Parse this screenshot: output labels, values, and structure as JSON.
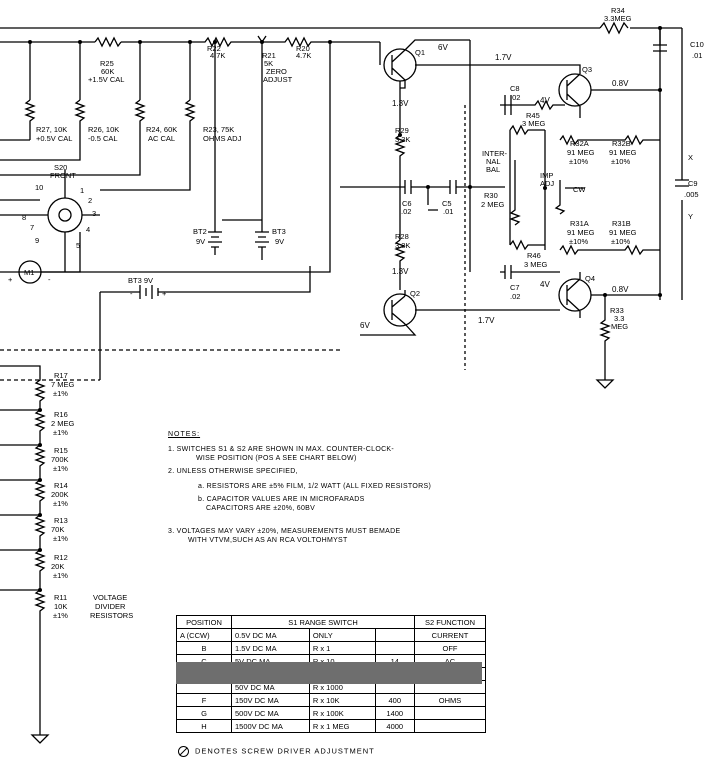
{
  "components": {
    "r34": "R34",
    "r34_val": "3.3MEG",
    "c10": "C10",
    "c10_val": ".01",
    "q1": "Q1",
    "q1_v": "6V",
    "q2": "Q2",
    "q2_v": "6V",
    "q3": "Q3",
    "q4": "Q4",
    "r22": "R22",
    "r22_val": "4.7K",
    "r20": "R20",
    "r20_val": "4.7K",
    "r21": "R21",
    "r21_val": "5K",
    "zero": "ZERO",
    "adjust": "ADJUST",
    "r25": "R25",
    "r25_val": "60K",
    "r25_cal": "+1.5V CAL",
    "r27": "R27, 10K",
    "r27_cal": "+0.5V CAL",
    "r26": "R26, 10K",
    "r26_cal": "-0.5 CAL",
    "r24": "R24, 60K",
    "r24_cal": "AC CAL",
    "r23": "R23, 75K",
    "r23_cal": "OHMS ADJ",
    "r29": "R29",
    "r29_val": "3.3K",
    "r28": "R28",
    "r28_val": "3.3K",
    "r30": "R30",
    "r30_val": "2 MEG",
    "c6": "C6",
    "c6_val": ".02",
    "c5": "C5",
    "c5_val": ".01",
    "c8": "C8",
    "c8_val": ".02",
    "c7": "C7",
    "c7_val": ".02",
    "c9": "C9",
    "c9_val": ".005",
    "r45": "R45",
    "r45_val": "3 MEG",
    "r46": "R46",
    "r46_val": "3 MEG",
    "r32a": "R32A",
    "r32b": "R32B",
    "r31a": "R31A",
    "r31b": "R31B",
    "meg91": "91 MEG",
    "tol10": "±10%",
    "internal": "INTER-",
    "nal": "NAL",
    "bal": "BAL",
    "imp": "IMP",
    "adj": "ADJ",
    "cw": "CW",
    "r33": "R33",
    "r33_val": "3.3",
    "r33_meg": "MEG",
    "bt2": "BT2",
    "bt3": "BT3",
    "bt3_bot": "BT3 9V",
    "v9": "9V",
    "s20": "S20",
    "front": "FRONT",
    "m1": "M1",
    "x": "X",
    "y": "Y",
    "r17": "R17",
    "r17_val": "7 MEG",
    "r16": "R16",
    "r16_val": "2 MEG",
    "r15": "R15",
    "r15_val": "700K",
    "r14": "R14",
    "r14_val": "200K",
    "r13": "R13",
    "r13_val": "70K",
    "r12": "R12",
    "r12_val": "20K",
    "r11": "R11",
    "r11_val": "10K",
    "pct1": "±1%",
    "voltage": "VOLTAGE",
    "divider": "DIVIDER",
    "resistors": "RESISTORS",
    "s_1": "1",
    "s_2": "2",
    "s_3": "3",
    "s_4": "4",
    "s_5": "5",
    "s_7": "7",
    "s_8": "8",
    "s_9": "9",
    "s_10": "10"
  },
  "voltages": {
    "v13": "1.3V",
    "v17": "1.7V",
    "v08": "0.8V",
    "v4": "4V",
    "plus": "+",
    "minus": "-"
  },
  "notes": {
    "title": "NOTES:",
    "n1a": "1.   SWITCHES S1 & S2 ARE SHOWN IN MAX. COUNTER-CLOCK-",
    "n1b": "WISE POSITION (POS A SEE CHART BELOW)",
    "n2": "2.   UNLESS OTHERWISE SPECIFIED,",
    "n2a": "a. RESISTORS ARE ±5% FILM, 1/2 WATT (ALL FIXED RESISTORS)",
    "n2b1": "b. CAPACITOR VALUES ARE IN MICROFARADS",
    "n2b2": "CAPACITORS ARE ±20%, 60BV",
    "n3a": "3.   VOLTAGES MAY VARY ±20%, MEASUREMENTS MUST BEMADE",
    "n3b": "WITH VTVM,SUCH AS AN RCA VOLTOHMYST"
  },
  "table": {
    "h_pos": "POSITION",
    "h_s1": "S1 RANGE SWITCH",
    "h_s2": "S2 FUNCTION",
    "rows": [
      {
        "pos": "A (CCW)",
        "dc": "0.5V DC MA",
        "r": "ONLY",
        "val": "",
        "fn": "CURRENT"
      },
      {
        "pos": "B",
        "dc": "1.5V DC MA",
        "r": "R x 1",
        "val": "",
        "fn": "OFF"
      },
      {
        "pos": "C",
        "dc": "5V DC MA",
        "r": "R x 10",
        "val": "14",
        "fn": "AC"
      },
      {
        "pos": "",
        "dc": "",
        "r": "",
        "val": "",
        "fn": ""
      },
      {
        "pos": "",
        "dc": "50V DC MA",
        "r": "R x 1000",
        "val": "",
        "fn": ""
      },
      {
        "pos": "F",
        "dc": "150V DC MA",
        "r": "R x 10K",
        "val": "400",
        "fn": "OHMS"
      },
      {
        "pos": "G",
        "dc": "500V DC MA",
        "r": "R x 100K",
        "val": "1400",
        "fn": ""
      },
      {
        "pos": "H",
        "dc": "1500V DC MA",
        "r": "R x 1 MEG",
        "val": "4000",
        "fn": ""
      }
    ]
  },
  "legend": "DENOTES SCREW DRIVER ADJUSTMENT"
}
